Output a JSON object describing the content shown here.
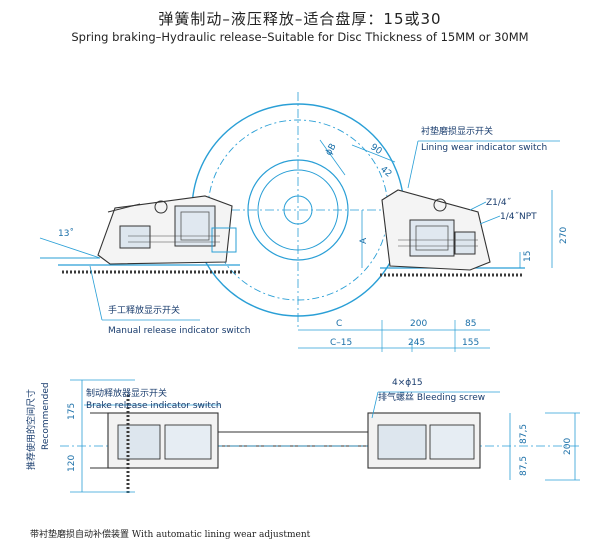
{
  "title_cn": "弹簧制动–液压释放–适合盘厚：15或30",
  "title_en": "Spring braking–Hydraulic release–Suitable for Disc Thickness of 15MM or 30MM",
  "labels": {
    "lining_cn": "衬垫磨损显示开关",
    "lining_en": "Lining wear indicator switch",
    "manual_cn": "手工释放显示开关",
    "manual_en": "Manual release indicator switch",
    "brake_release_cn": "制动释放器显示开关",
    "brake_release_en": "Brake release indicator switch",
    "bleed_cn": "排气螺丝 Bleeding screw",
    "holes": "4×ϕ15",
    "z14": "Z1/4˝",
    "npt": "1/4˝NPT",
    "recommended_cn": "推荐使用的空间尺寸",
    "recommended_en": "Recommended",
    "footer": "带衬垫磨损自动补偿装置     With automatic lining wear adjustment"
  },
  "dims": {
    "phiB": "ϕB",
    "d90": "90",
    "d42": "42",
    "angle13": "13˚",
    "A": "A",
    "d270": "270",
    "d15": "15",
    "C": "C",
    "d200": "200",
    "d85": "85",
    "Cm15": "C–15",
    "d245": "245",
    "d155": "155",
    "d175": "175",
    "d120": "120",
    "d87a": "87,5",
    "d87b": "87,5",
    "d200b": "200"
  }
}
